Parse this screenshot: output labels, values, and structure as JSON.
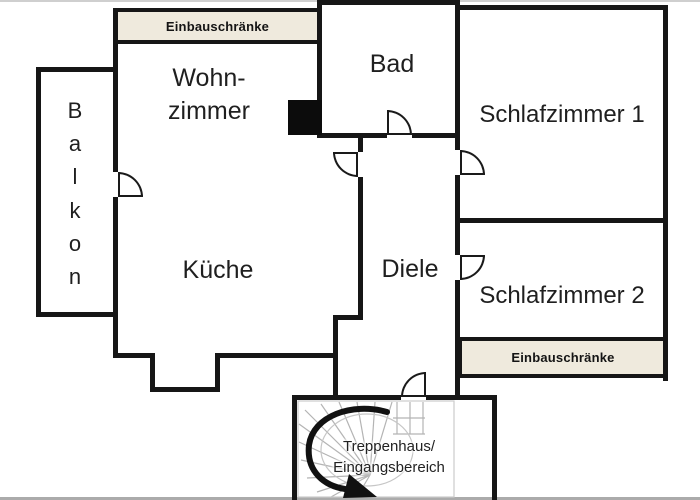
{
  "floorplan": {
    "labels": {
      "closet_top": "Einbauschränke",
      "closet_right": "Einbauschränke",
      "living_line1": "Wohn-",
      "living_line2": "zimmer",
      "kitchen": "Küche",
      "bath": "Bad",
      "hall": "Diele",
      "bedroom1": "Schlafzimmer 1",
      "bedroom2": "Schlafzimmer 2",
      "stairwell_line1": "Treppenhaus/",
      "stairwell_line2": "Eingangsbereich"
    },
    "balcony_letters": [
      "B",
      "a",
      "l",
      "k",
      "o",
      "n"
    ],
    "colors": {
      "wall": "#161616",
      "closet_fill": "#efeadd",
      "stair_lines": "#b4b4b4",
      "arrow": "#111111",
      "background": "#ffffff",
      "photo_edge_top": "#cfcfcf",
      "photo_edge_bottom": "#ababab"
    }
  }
}
